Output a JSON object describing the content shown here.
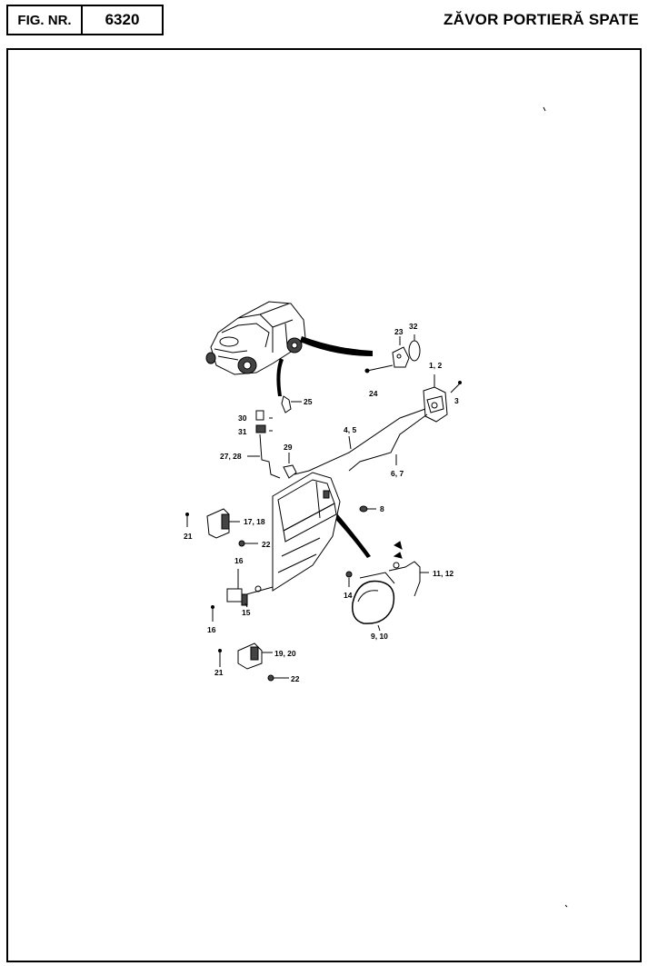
{
  "header": {
    "fig_label": "FIG. NR.",
    "fig_number": "6320",
    "title": "ZĂVOR PORTIERĂ SPATE"
  },
  "diagram": {
    "labels": {
      "l1_2": "1, 2",
      "l3": "3",
      "l4_5": "4, 5",
      "l6_7": "6, 7",
      "l8": "8",
      "l9_10": "9, 10",
      "l11_12": "11, 12",
      "l14": "14",
      "l15": "15",
      "l16a": "16",
      "l16b": "16",
      "l17_18": "17, 18",
      "l19_20": "19, 20",
      "l21a": "21",
      "l21b": "21",
      "l22a": "22",
      "l22b": "22",
      "l23": "23",
      "l24": "24",
      "l25": "25",
      "l27_28": "27, 28",
      "l29": "29",
      "l30": "30",
      "l31": "31",
      "l32": "32"
    }
  }
}
